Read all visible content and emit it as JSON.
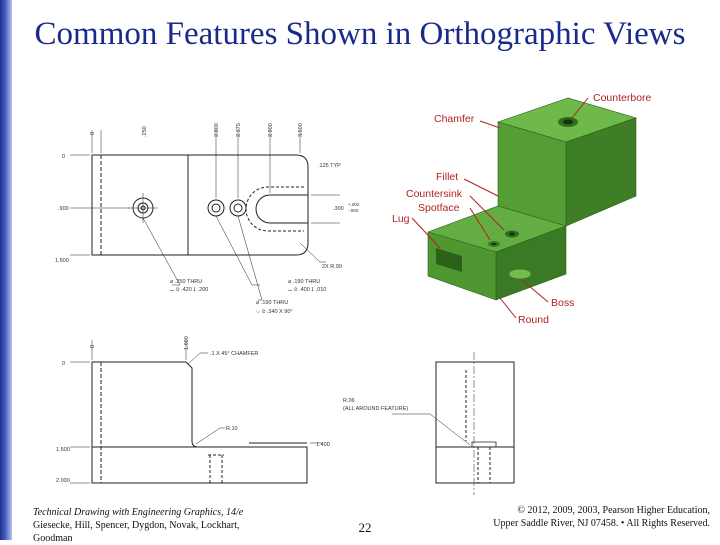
{
  "slide": {
    "title": "Common Features Shown in Orthographic Views",
    "page_number": "22"
  },
  "callouts": {
    "counterbore": "Counterbore",
    "chamfer": "Chamfer",
    "fillet": "Fillet",
    "countersink": "Countersink",
    "spotface": "Spotface",
    "lug": "Lug",
    "boss": "Boss",
    "round": "Round"
  },
  "dimensions": {
    "top_x": [
      "0",
      ".250",
      "2.000",
      "2.375",
      "2.900",
      "3.500"
    ],
    "top_y": [
      "0",
      ".900",
      "1.500"
    ],
    "typ": ".125 TYP",
    "slot": ".300",
    "slot_tol_upper": "+.002",
    "slot_tol_lower": "-.000",
    "radius": "2X R.90",
    "hole1_a": "⌀ .250 THRU",
    "hole1_b": "⌴ ⌀ .420 ↧ .200",
    "hole2_a": "⌀ .190 THRU",
    "hole2_b": "⌴ ⌀ .400 ↧ .010",
    "hole3_a": "⌀ .190 THRU",
    "hole3_b": "⌵ ⌀ .340 X 90°",
    "chamfer_note": ".1 X 45° CHAMFER",
    "front_x": [
      "0",
      "1.600"
    ],
    "front_y": [
      "0",
      "1.500",
      "2.000"
    ],
    "front_r": "R.10",
    "front_1400": "1.400",
    "round_note_1": "R.06",
    "round_note_2": "(ALL AROUND FEATURE)"
  },
  "footer": {
    "book_title": "Technical Drawing with Engineering Graphics, 14/e",
    "authors": "Giesecke, Hill, Spencer, Dygdon, Novak, Lockhart, Goodman",
    "copyright_1": "© 2012, 2009, 2003, Pearson Higher Education,",
    "copyright_2": "Upper Saddle River, NJ 07458. • All Rights Reserved."
  },
  "colors": {
    "title": "#1a2a8a",
    "part_green": "#3f8f2a",
    "callout": "#b22222"
  }
}
